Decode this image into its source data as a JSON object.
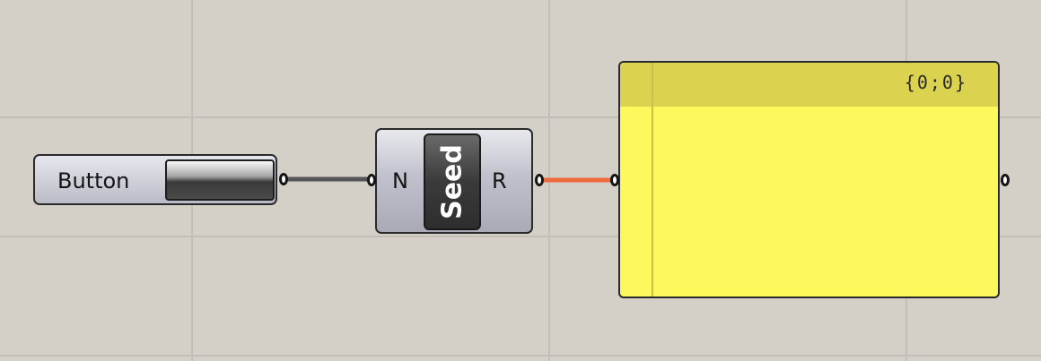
{
  "canvas": {
    "background": "#d4d0c8",
    "grid_color": "#c2bfb8"
  },
  "button_component": {
    "label": "Button"
  },
  "seed_component": {
    "name": "Seed",
    "input": "N",
    "output": "R"
  },
  "panel": {
    "path": "{0;0}",
    "color": "#fdf95c",
    "header_color": "#dbd34f"
  },
  "wires": {
    "default_color": "#555555",
    "active_color": "#ee6a3c"
  }
}
